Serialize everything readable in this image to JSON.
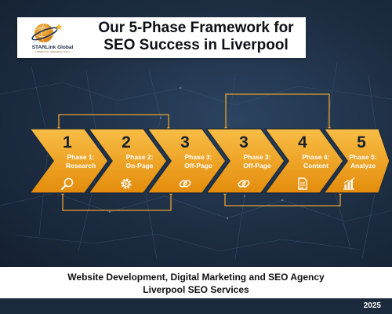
{
  "header": {
    "logo": {
      "name": "STARLink Global",
      "tagline": "CONNECTING TOMORROW TODAY",
      "colors": {
        "globe": "#e6941f",
        "ring": "#1f3356",
        "star": "#f2b532"
      }
    },
    "title_line1": "Our 5-Phase Framework for",
    "title_line2": "SEO Success in Liverpool"
  },
  "phases": [
    {
      "number": "1",
      "label_line1": "Phase 1:",
      "label_line2": "Research",
      "icon": "magnifier-icon"
    },
    {
      "number": "2",
      "label_line1": "Phase 2:",
      "label_line2": "On-Page",
      "icon": "gear-icon"
    },
    {
      "number": "3",
      "label_line1": "Phase 3:",
      "label_line2": "Off-Page",
      "icon": "chain-link-icon"
    },
    {
      "number": "3",
      "label_line1": "Phase 3:",
      "label_line2": "Off-Page",
      "icon": "chain-link-icon"
    },
    {
      "number": "4",
      "label_line1": "Phase 4:",
      "label_line2": "Content",
      "icon": "document-icon"
    },
    {
      "number": "5",
      "label_line1": "Phase 5:",
      "label_line2": "Analyze",
      "icon": "bar-chart-icon"
    }
  ],
  "footer": {
    "line1": "Website Development, Digital Marketing and SEO Agency",
    "line2": "Liverpool SEO Services"
  },
  "year": "2025",
  "colors": {
    "background": "#1b2a3d",
    "arrow_gradient_top": "#f8bd45",
    "arrow_gradient_bottom": "#e48c0c",
    "connector": "#e8a22e"
  }
}
